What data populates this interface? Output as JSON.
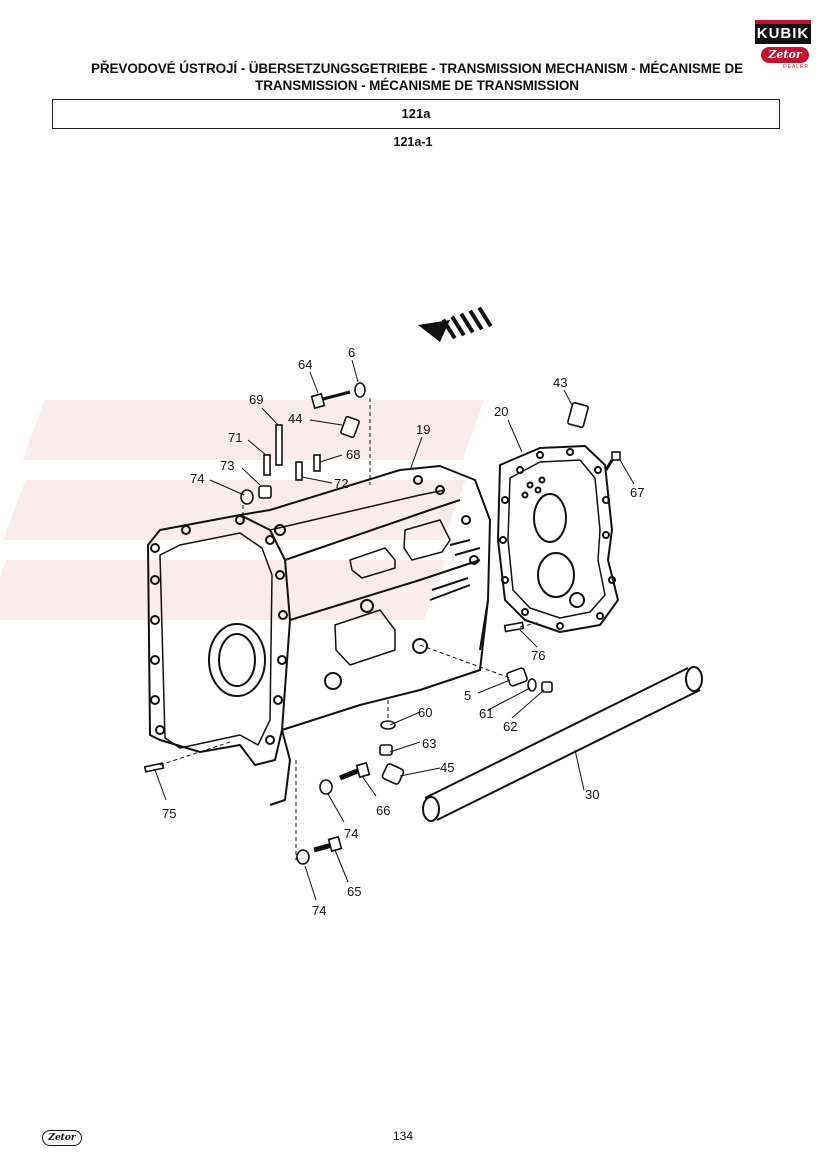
{
  "header": {
    "title": "PŘEVODOVÉ ÚSTROJÍ - ÜBERSETZUNGSGETRIEBE - TRANSMISSION MECHANISM - MÉCANISME DE TRANSMISSION - MÉCANISME DE TRANSMISSION",
    "section": "121a",
    "subsection": "121a-1"
  },
  "logo": {
    "brand": "KUBIK",
    "sub": "Zetor",
    "tag": "DEALER"
  },
  "footer": {
    "logo_text": "Zetor",
    "page_number": "134"
  },
  "parts": [
    "6",
    "64",
    "69",
    "44",
    "71",
    "68",
    "73",
    "72",
    "74",
    "19",
    "20",
    "43",
    "67",
    "76",
    "5",
    "61",
    "62",
    "60",
    "63",
    "45",
    "66",
    "30",
    "75",
    "74",
    "65",
    "74"
  ]
}
